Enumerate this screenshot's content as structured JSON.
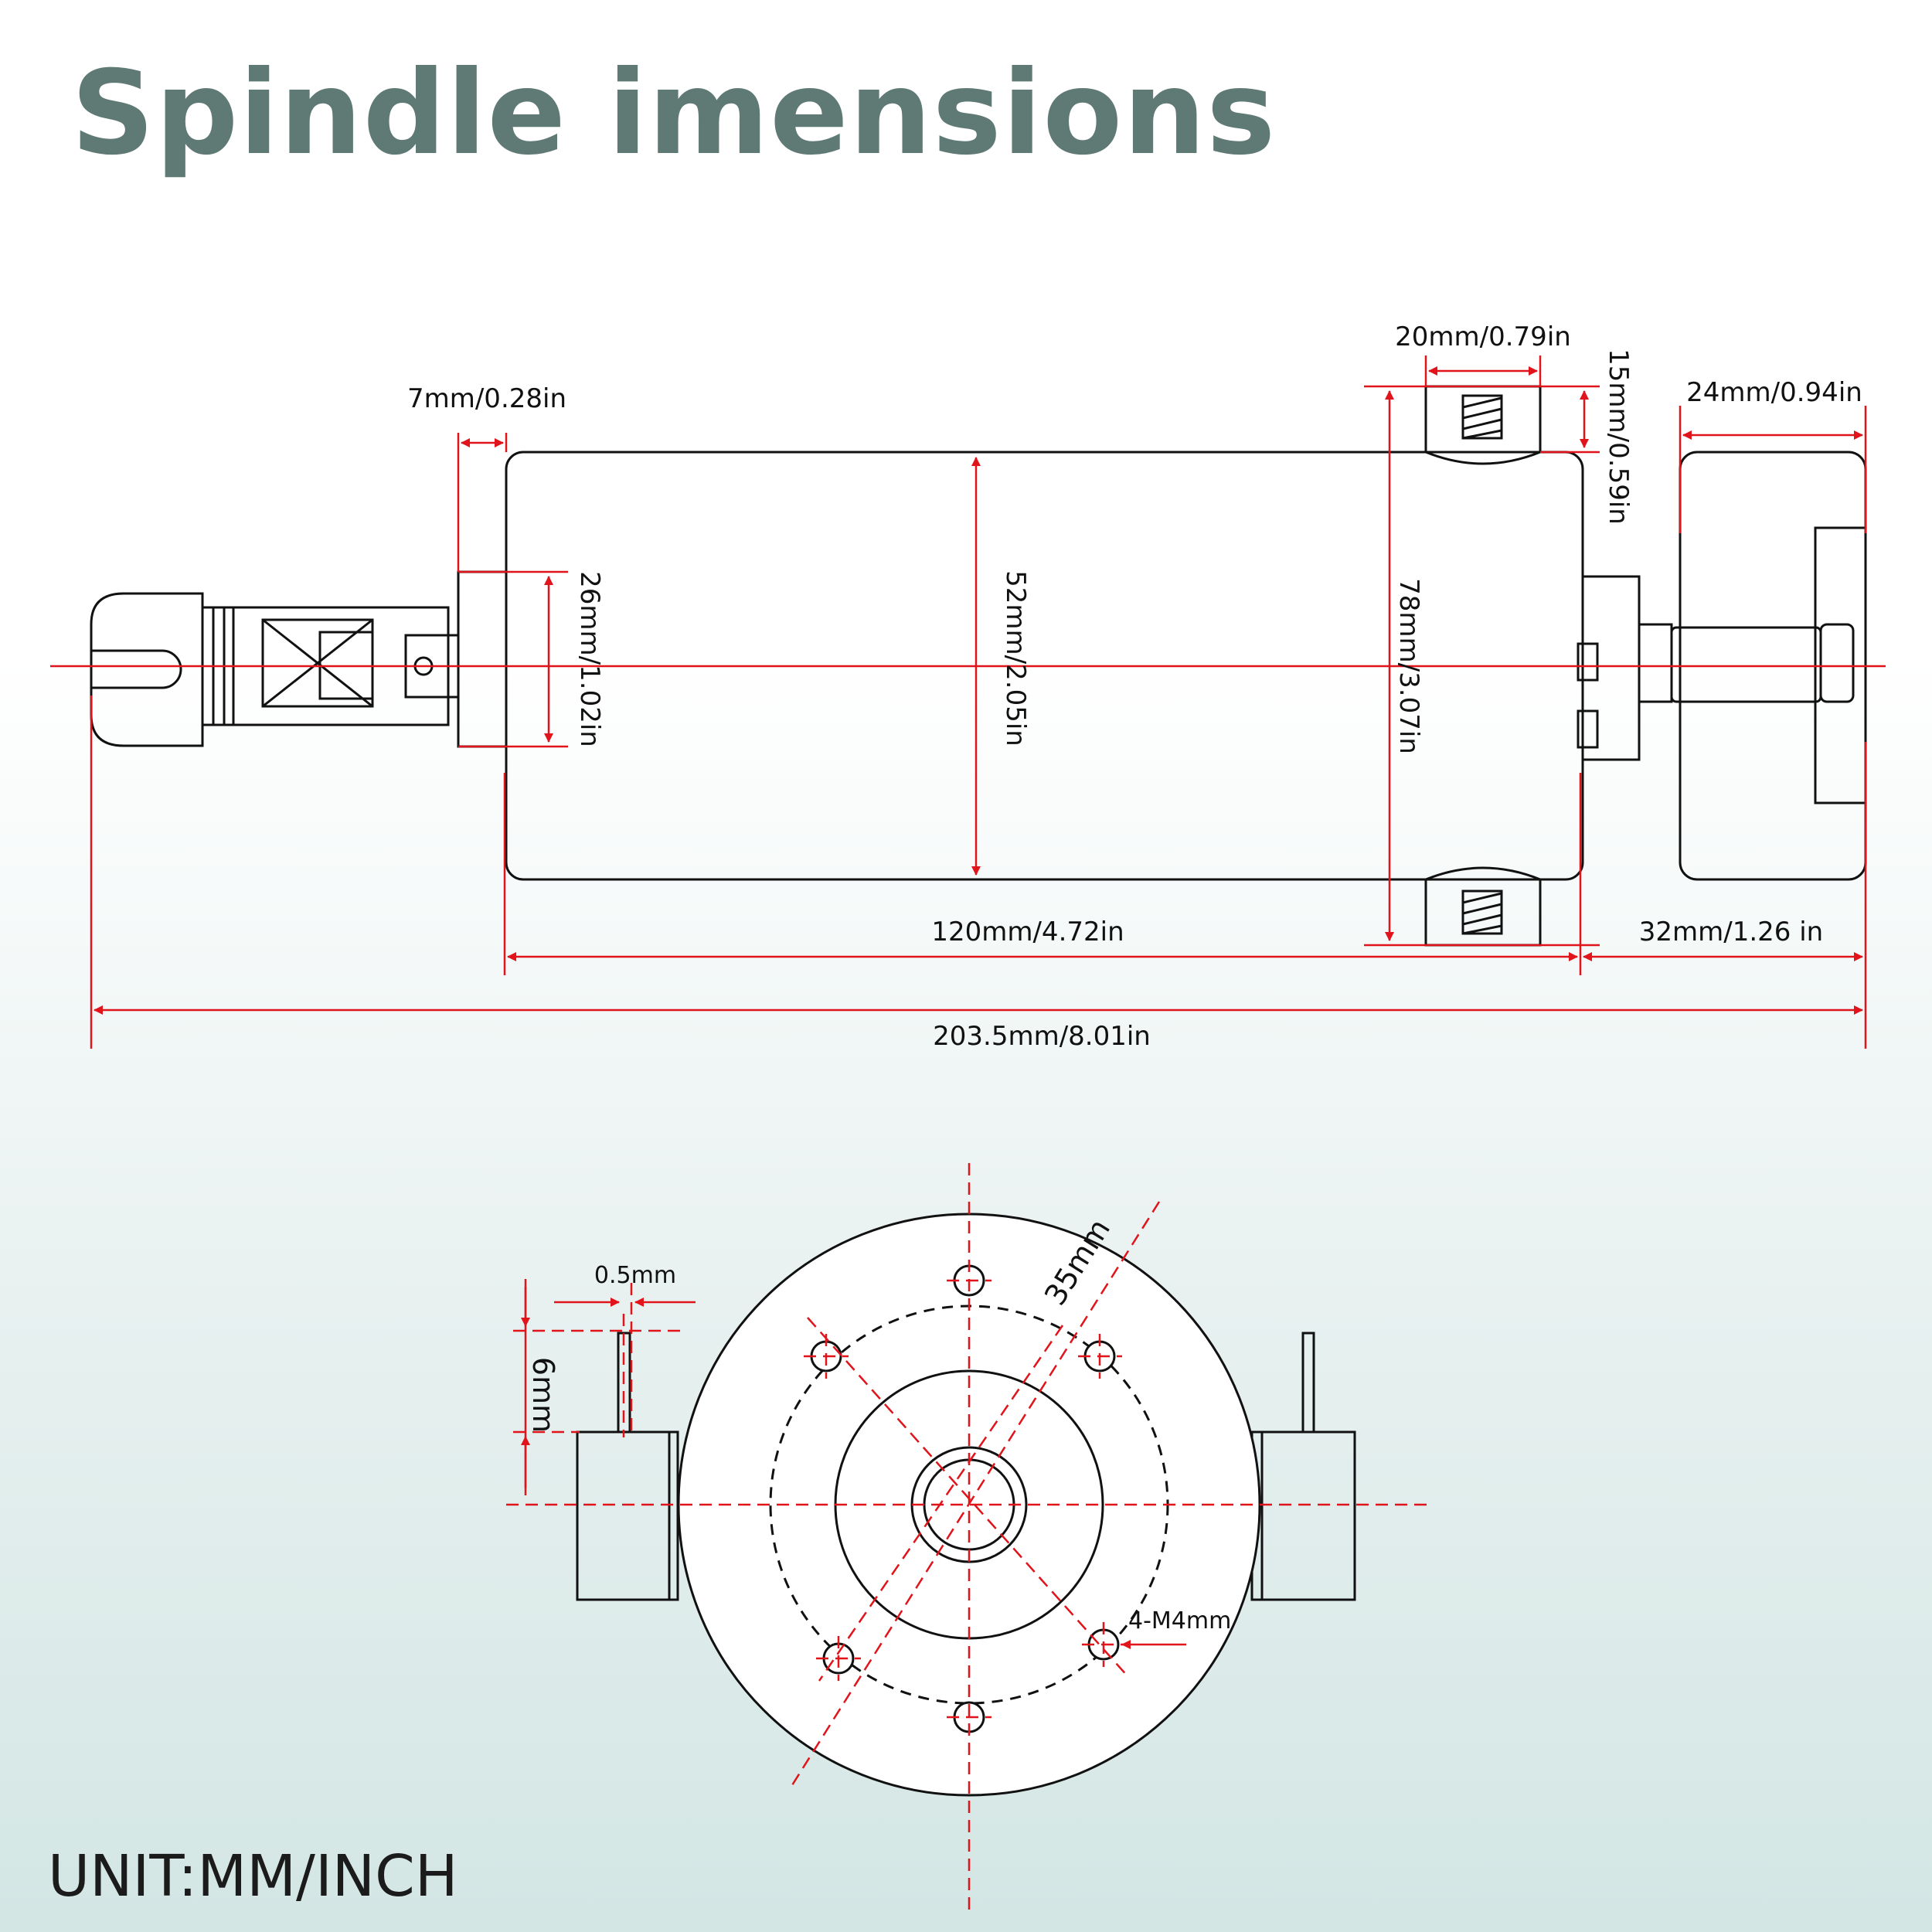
{
  "title": "Spindle imensions",
  "unit_label": "UNIT:MM/INCH",
  "colors": {
    "title": "#5f7a74",
    "dimension": "#e0141a",
    "outline": "#111111",
    "background_bottom": "#d3e6e4"
  },
  "side_view": {
    "collet_offset": "7mm/0.28in",
    "collar_diameter": "26mm/1.02in",
    "body_diameter": "52mm/2.05in",
    "mount_height": "78mm/3.07in",
    "mount_width": "20mm/0.79in",
    "mount_thread": "15mm/0.59in",
    "pulley_width": "24mm/0.94in",
    "body_length": "120mm/4.72in",
    "rear_length": "32mm/1.26 in",
    "total_length": "203.5mm/8.01in"
  },
  "end_view": {
    "pin_width": "0.5mm",
    "pin_height": "6mm",
    "bolt_circle": "35mm",
    "holes": "4-M4mm"
  }
}
